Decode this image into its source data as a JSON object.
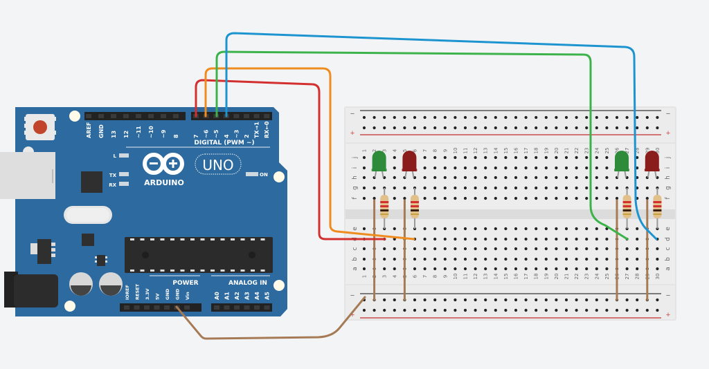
{
  "app": {
    "title": "Arduino UNO circuit with breadboard LEDs"
  },
  "arduino": {
    "brand": "ARDUINO",
    "model": "UNO",
    "digital_label": "DIGITAL (PWM ~)",
    "digital_pins": [
      "AREF",
      "GND",
      "13",
      "12",
      "~11",
      "~10",
      "~9",
      "8",
      "7",
      "~6",
      "~5",
      "4",
      "~3",
      "2",
      "TX→1",
      "RX←0"
    ],
    "power_label": "POWER",
    "power_pins": [
      "IOREF",
      "RESET",
      "3.3V",
      "5V",
      "GND",
      "GND",
      "Vin"
    ],
    "analog_label": "ANALOG IN",
    "analog_pins": [
      "A0",
      "A1",
      "A2",
      "A3",
      "A4",
      "A5"
    ],
    "led_labels": {
      "l": "L",
      "tx": "TX",
      "rx": "RX",
      "on": "ON"
    },
    "board_color": "#2d6a9f"
  },
  "breadboard": {
    "columns": 30,
    "rows_top": [
      "j",
      "i",
      "h",
      "g",
      "f"
    ],
    "rows_bottom": [
      "e",
      "d",
      "c",
      "b",
      "a"
    ],
    "rail_minus": "−",
    "rail_plus": "+"
  },
  "components": {
    "leds": [
      {
        "name": "led-green-1",
        "color": "#2e8b3a",
        "column": 2
      },
      {
        "name": "led-red-1",
        "color": "#8b1c1c",
        "column": 5
      },
      {
        "name": "led-green-2",
        "color": "#2e8b3a",
        "column": 26
      },
      {
        "name": "led-red-2",
        "color": "#8b1c1c",
        "column": 29
      }
    ],
    "resistors": [
      {
        "name": "resistor-1",
        "column": 3
      },
      {
        "name": "resistor-2",
        "column": 6
      },
      {
        "name": "resistor-3",
        "column": 27
      },
      {
        "name": "resistor-4",
        "column": 30
      }
    ]
  },
  "wires": [
    {
      "name": "wire-red-pin7",
      "color": "#d32f2f",
      "from": "7",
      "to": "d3"
    },
    {
      "name": "wire-orange-pin6",
      "color": "#ef8c1f",
      "from": "~6",
      "to": "d6"
    },
    {
      "name": "wire-green-pin5",
      "color": "#3cb34a",
      "from": "~5",
      "to": "d27"
    },
    {
      "name": "wire-blue-pin4",
      "color": "#1c94d0",
      "from": "4",
      "to": "d30"
    },
    {
      "name": "wire-brown-gnd",
      "color": "#a57a55",
      "from": "GND",
      "to": "rail-minus"
    }
  ]
}
